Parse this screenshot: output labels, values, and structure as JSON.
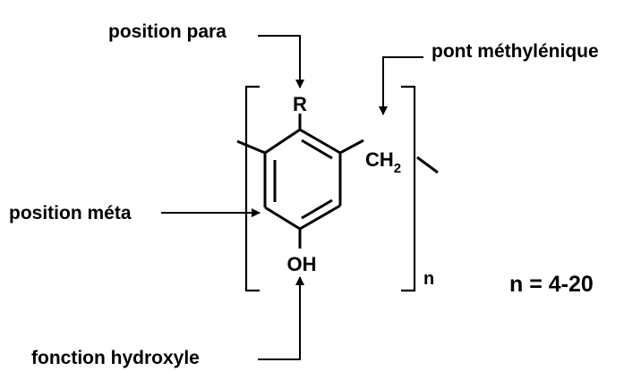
{
  "diagram": {
    "labels": {
      "position_para": "position para",
      "pont_methylenique": "pont méthylénique",
      "position_meta": "position méta",
      "fonction_hydroxyle": "fonction hydroxyle"
    },
    "atoms": {
      "r": "R",
      "ch": "CH",
      "ch_subscript": "2",
      "oh": "OH"
    },
    "repeat_subscript": "n",
    "repeat_range": "n = 4-20",
    "colors": {
      "ink": "#000000",
      "background": "#ffffff"
    }
  }
}
